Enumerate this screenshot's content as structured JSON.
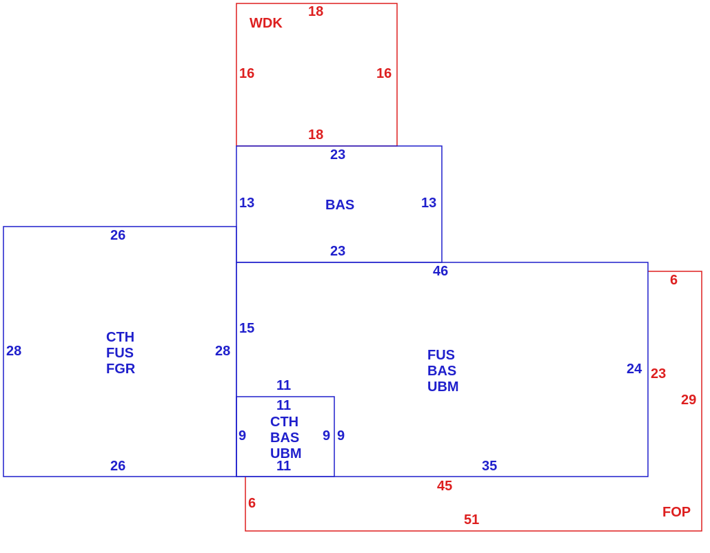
{
  "colors": {
    "blue": "#1f1fcc",
    "red": "#dd1f1f",
    "background": "#ffffff"
  },
  "areas": {
    "wdk": {
      "code": "WDK",
      "top": "18",
      "left": "16",
      "right": "16",
      "bottom": "18"
    },
    "bas_upper": {
      "codes": [
        "BAS"
      ],
      "top": "23",
      "left": "13",
      "right": "13",
      "bottom": "23"
    },
    "left_block": {
      "codes": [
        "CTH",
        "FUS",
        "FGR"
      ],
      "top": "26",
      "left": "28",
      "right": "28",
      "bottom": "26"
    },
    "main_block": {
      "codes": [
        "FUS",
        "BAS",
        "UBM"
      ],
      "top": "46",
      "left": "15",
      "right": "24",
      "bottom": "35"
    },
    "small_block": {
      "codes": [
        "CTH",
        "BAS",
        "UBM"
      ],
      "top_outer": "11",
      "top": "11",
      "left": "9",
      "right_inner": "9",
      "right_outer": "9",
      "bottom": "11"
    },
    "fop": {
      "code": "FOP",
      "top": "6",
      "inner_right": "23",
      "right": "29",
      "top_edge": "45",
      "left": "6",
      "bottom": "51"
    }
  }
}
